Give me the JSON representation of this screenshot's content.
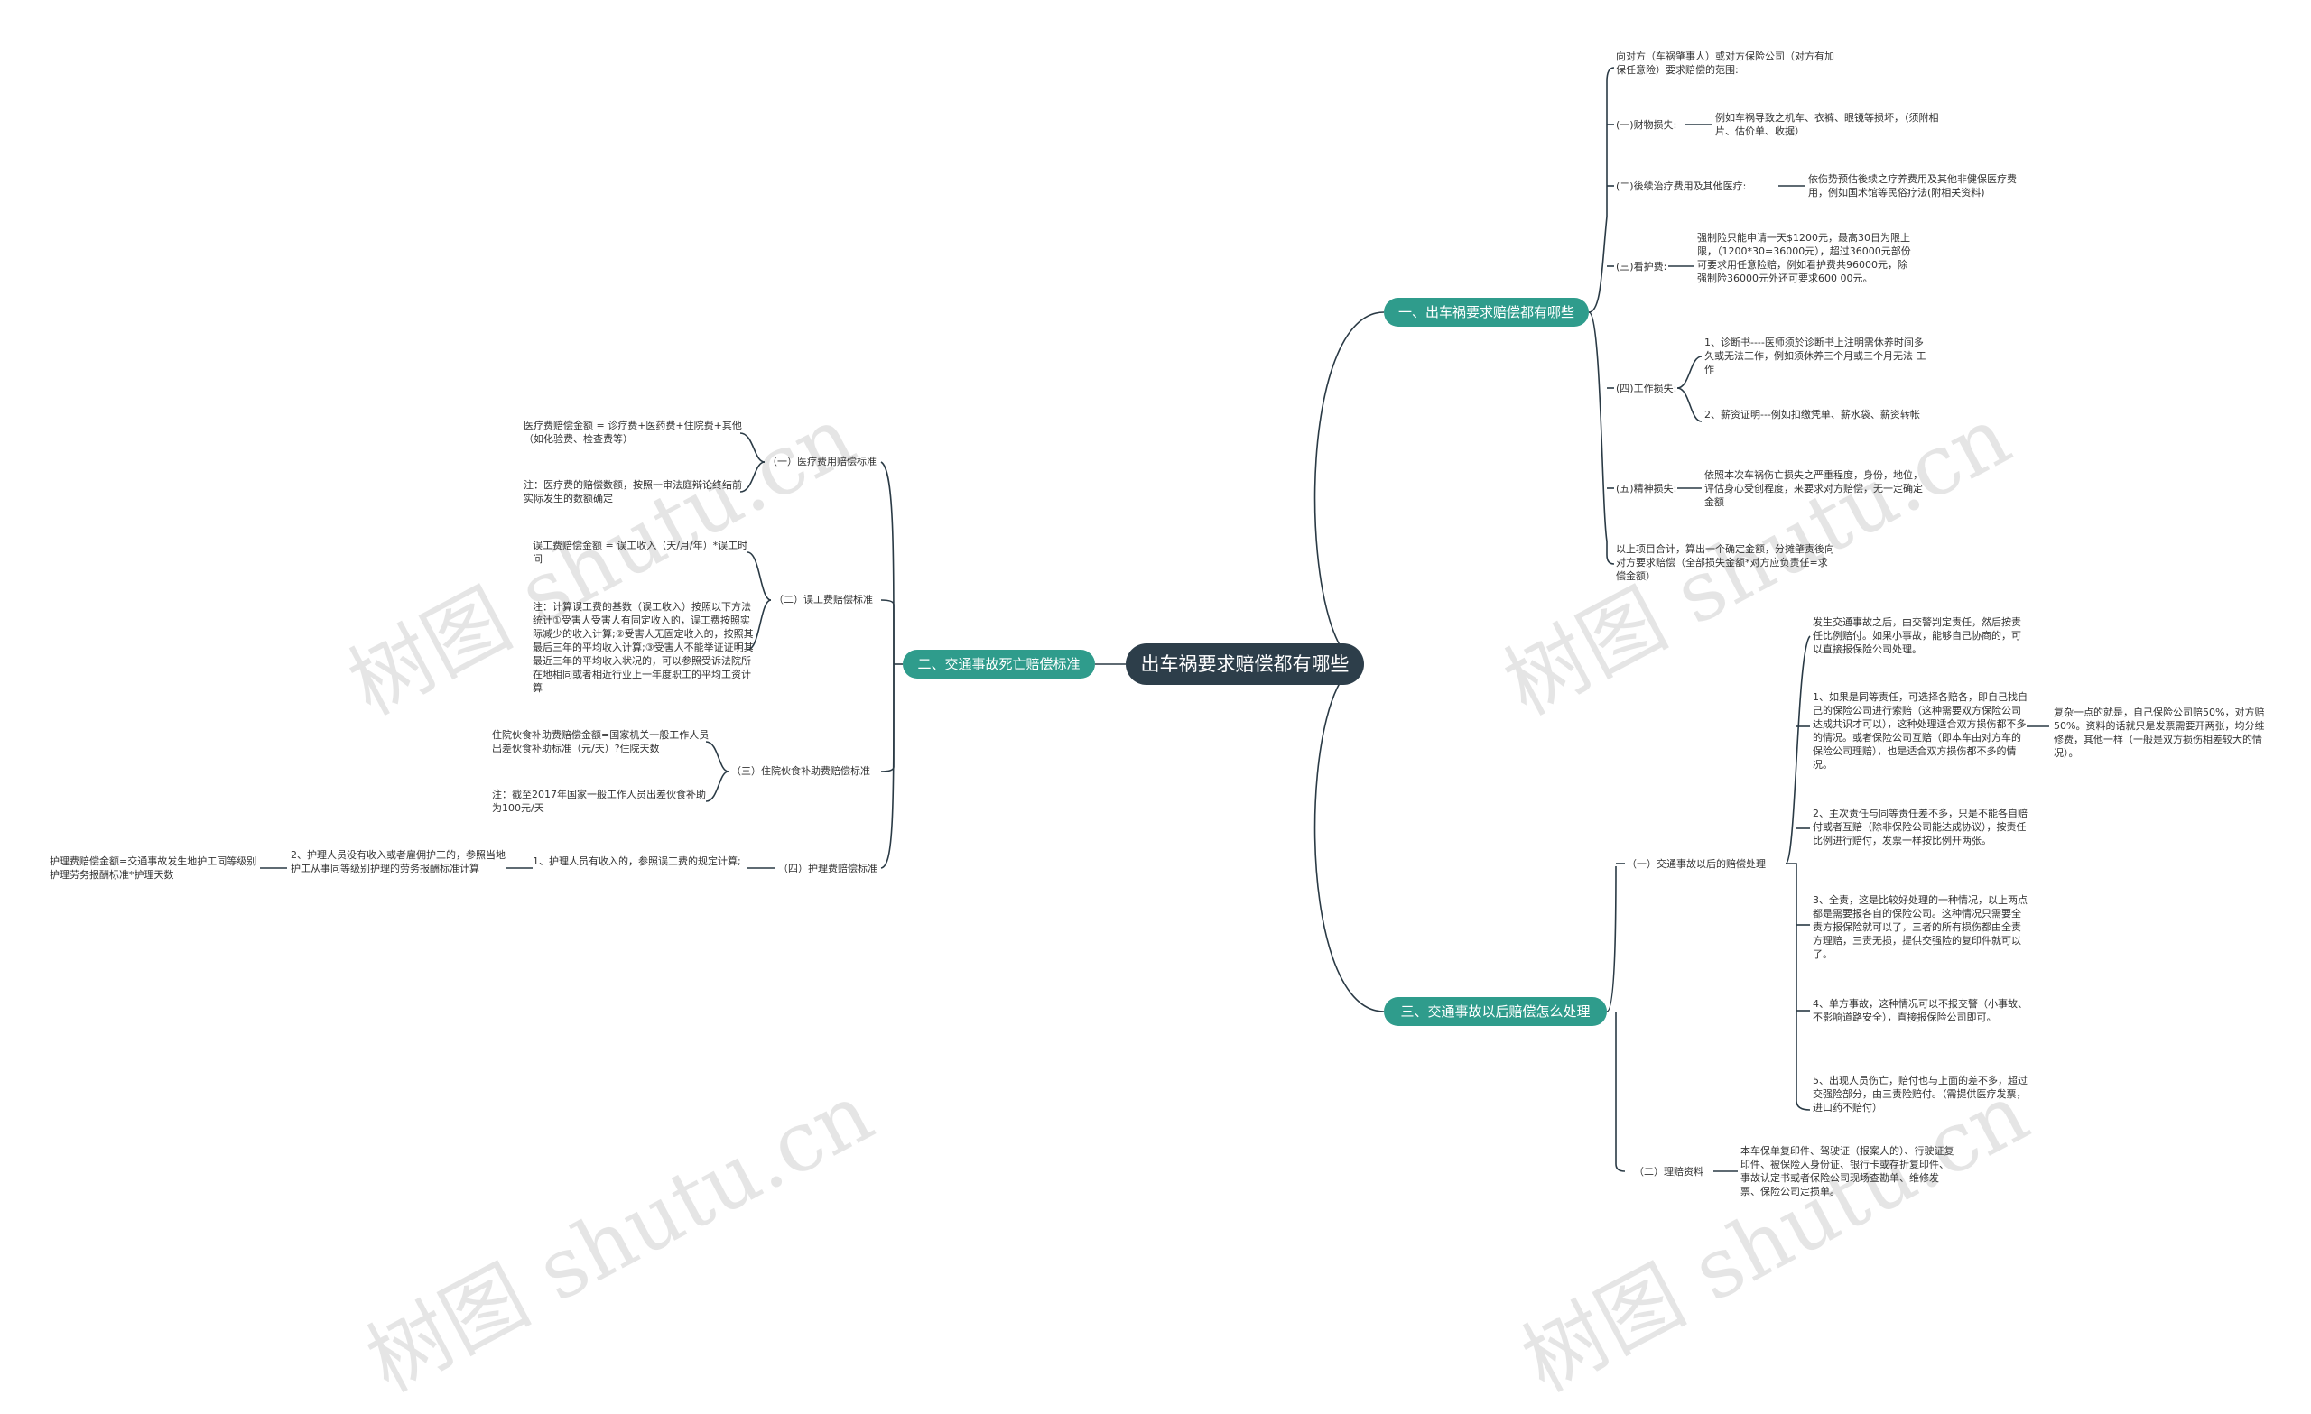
{
  "root": "出车祸要求赔偿都有哪些",
  "watermark": "树图 shutu.cn",
  "branch1": {
    "title": "一、出车祸要求赔偿都有哪些",
    "intro": "向对方（车祸肇事人）或对方保险公司（对方有加保任意险）要求赔偿的范围:",
    "items": [
      {
        "label": "(一)财物损失:",
        "details": [
          "例如车祸导致之机车、衣裤、眼镜等损坏，（须附相片、估价单、收据）"
        ]
      },
      {
        "label": "(二)後续治疗费用及其他医疗:",
        "details": [
          "依伤势预估後续之疗养费用及其他非健保医疗费用，例如国术馆等民俗疗法(附相关资料)"
        ]
      },
      {
        "label": "(三)看护费:",
        "details": [
          "强制险只能申请一天$1200元，最高30日为限上限，（1200*30=36000元），超过36000元部份 可要求用任意险赔，例如看护费共96000元，除强制险36000元外还可要求600 00元。"
        ]
      },
      {
        "label": "(四)工作损失:",
        "details": [
          "1、诊断书----医师须於诊断书上注明需休养时间多久或无法工作，例如须休养三个月或三个月无法 工作",
          "2、薪资证明---例如扣缴凭单、薪水袋、薪资转帐"
        ]
      },
      {
        "label": "(五)精神损失:",
        "details": [
          "依照本次车祸伤亡损失之严重程度，身份，地位，评估身心受创程度，来要求对方赔偿，无一定确定金额"
        ]
      }
    ],
    "summary": "以上项目合计，算出一个确定金额，分摊肇责後向对方要求赔偿（全部损失金额*对方应负责任=求偿金额）"
  },
  "branch2": {
    "title": "二、交通事故死亡赔偿标准",
    "items": [
      {
        "label": "（一）医疗费用赔偿标准",
        "details": [
          "医疗费赔偿金额 = 诊疗费+医药费+住院费+其他（如化验费、检查费等）",
          "注：医疗费的赔偿数额，按照一审法庭辩论终结前实际发生的数额确定"
        ]
      },
      {
        "label": "（二）误工费赔偿标准",
        "details": [
          "误工费赔偿金额 = 误工收入（天/月/年）*误工时间",
          "注：计算误工费的基数（误工收入）按照以下方法统计①受害人受害人有固定收入的，误工费按照实际减少的收入计算;②受害人无固定收入的，按照其最后三年的平均收入计算;③受害人不能举证证明其最近三年的平均收入状况的，可以参照受诉法院所在地相同或者相近行业上一年度职工的平均工资计算"
        ]
      },
      {
        "label": "（三）住院伙食补助费赔偿标准",
        "details": [
          "住院伙食补助费赔偿金额=国家机关一般工作人员出差伙食补助标准（元/天）?住院天数",
          "注：截至2017年国家一般工作人员出差伙食补助为100元/天"
        ]
      },
      {
        "label": "（四）护理费赔偿标准",
        "details": [
          "1、护理人员有收入的，参照误工费的规定计算;"
        ],
        "sub": "2、护理人员没有收入或者雇佣护工的，参照当地护工从事同等级别护理的劳务报酬标准计算",
        "subsub": "护理费赔偿金额=交通事故发生地护工同等级别护理劳务报酬标准*护理天数"
      }
    ]
  },
  "branch3": {
    "title": "三、交通事故以后赔偿怎么处理",
    "items": [
      {
        "label": "（一）交通事故以后的赔偿处理",
        "details": [
          "发生交通事故之后，由交警判定责任，然后按责任比例赔付。如果小事故，能够自己协商的，可以直接报保险公司处理。",
          "1、如果是同等责任，可选择各赔各，即自己找自己的保险公司进行索赔（这种需要双方保险公司达成共识才可以），这种处理适合双方损伤都不多的情况。或者保险公司互赔（即本车由对方车的保险公司理赔），也是适合双方损伤都不多的情况。",
          "2、主次责任与同等责任差不多，只是不能各自赔付或者互赔（除非保险公司能达成协议），按责任比例进行赔付，发票一样按比例开两张。",
          "3、全责，这是比较好处理的一种情况，以上两点都是需要报各自的保险公司。这种情况只需要全责方报保险就可以了，三者的所有损伤都由全责方理赔，三责无损，提供交强险的复印件就可以了。",
          "4、单方事故，这种情况可以不报交警（小事故、不影响道路安全），直接报保险公司即可。",
          "5、出现人员伤亡，赔付也与上面的差不多，超过交强险部分，由三责险赔付。（需提供医疗发票，进口药不赔付）"
        ],
        "aside": "复杂一点的就是，自己保险公司赔50%，对方赔50%。资料的话就只是发票需要开两张，均分维修费，其他一样（一般是双方损伤相差较大的情况）。"
      },
      {
        "label": "（二）理赔资料",
        "details": [
          "本车保单复印件、驾驶证（报案人的）、行驶证复印件、被保险人身份证、银行卡或存折复印件、事故认定书或者保险公司现场查勘单、维修发票、保险公司定损单。"
        ]
      }
    ]
  }
}
